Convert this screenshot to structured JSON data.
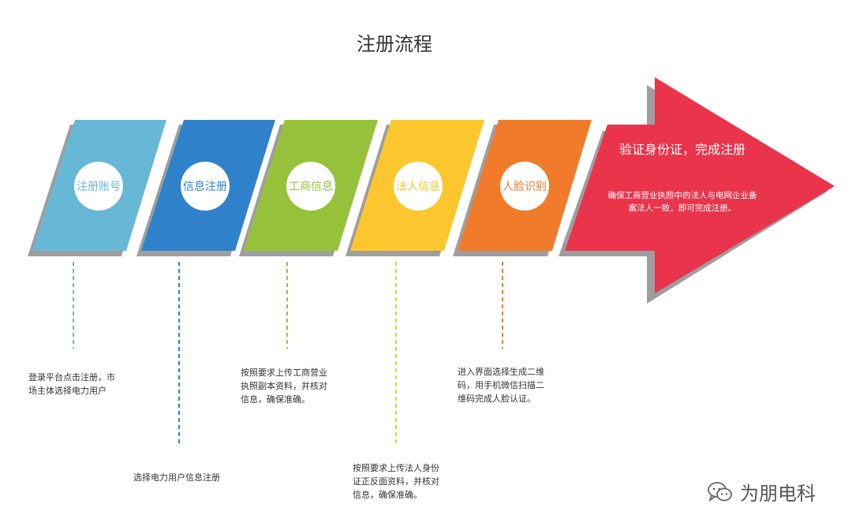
{
  "title": "注册流程",
  "steps": [
    {
      "label": "注册账号",
      "color": "#67b7d6",
      "desc": [
        "登录平台点击注册，市",
        "场主体选择电力用户"
      ]
    },
    {
      "label": "信息注册",
      "color": "#2f82c9",
      "desc": [
        "选择电力用户信息注册"
      ]
    },
    {
      "label": "工商信息",
      "color": "#96c23b",
      "desc": [
        "按照要求上传工商营业",
        "执照副本资料，并核对",
        "信息，确保准确。"
      ]
    },
    {
      "label": "法人信息",
      "color": "#fcc72e",
      "desc": [
        "按照要求上传法人身份",
        "证正反面资料，并核对",
        "信息，确保准确。"
      ]
    },
    {
      "label": "人脸识别",
      "color": "#f07c2b",
      "desc": [
        "进入界面选择生成二维",
        "码，用手机微信扫描二",
        "维码完成人脸认证。"
      ]
    }
  ],
  "final": {
    "title": "验证身份证，完成注册",
    "desc": "确保工商营业执照中的法人与电网企业备案法人一致，即可完成注册。",
    "color": "#e9344b"
  },
  "shadow_color": "#9e9e9e",
  "watermark": {
    "text": "为朋电科",
    "icon": "wechat-icon"
  }
}
